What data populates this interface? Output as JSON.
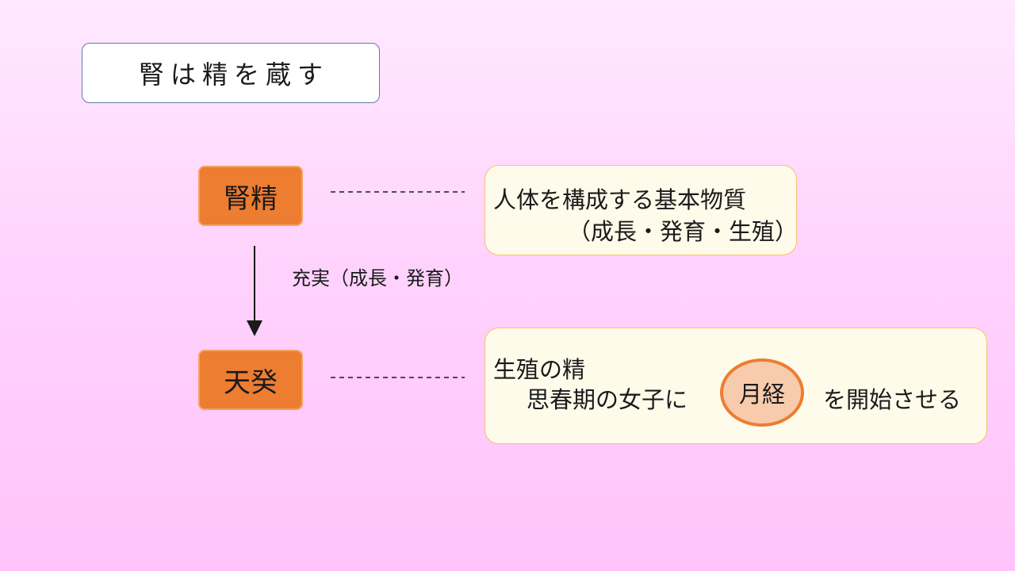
{
  "title": "腎は精を蔵す",
  "nodes": {
    "jinsei": "腎精",
    "tenki": "天癸"
  },
  "arrow_label": "充実（成長・発育）",
  "info_jinsei": {
    "line1": "人体を構成する基本物質",
    "line2": "（成長・発育・生殖）"
  },
  "info_tenki": {
    "line1": "生殖の精",
    "line2_before": "思春期の女子に",
    "highlight": "月経",
    "line2_after": "を開始させる"
  },
  "colors": {
    "node_fill": "#ed7d31",
    "highlight_fill": "#f8cbad",
    "info_fill": "#fffbea",
    "info_border": "#f4c16f"
  }
}
